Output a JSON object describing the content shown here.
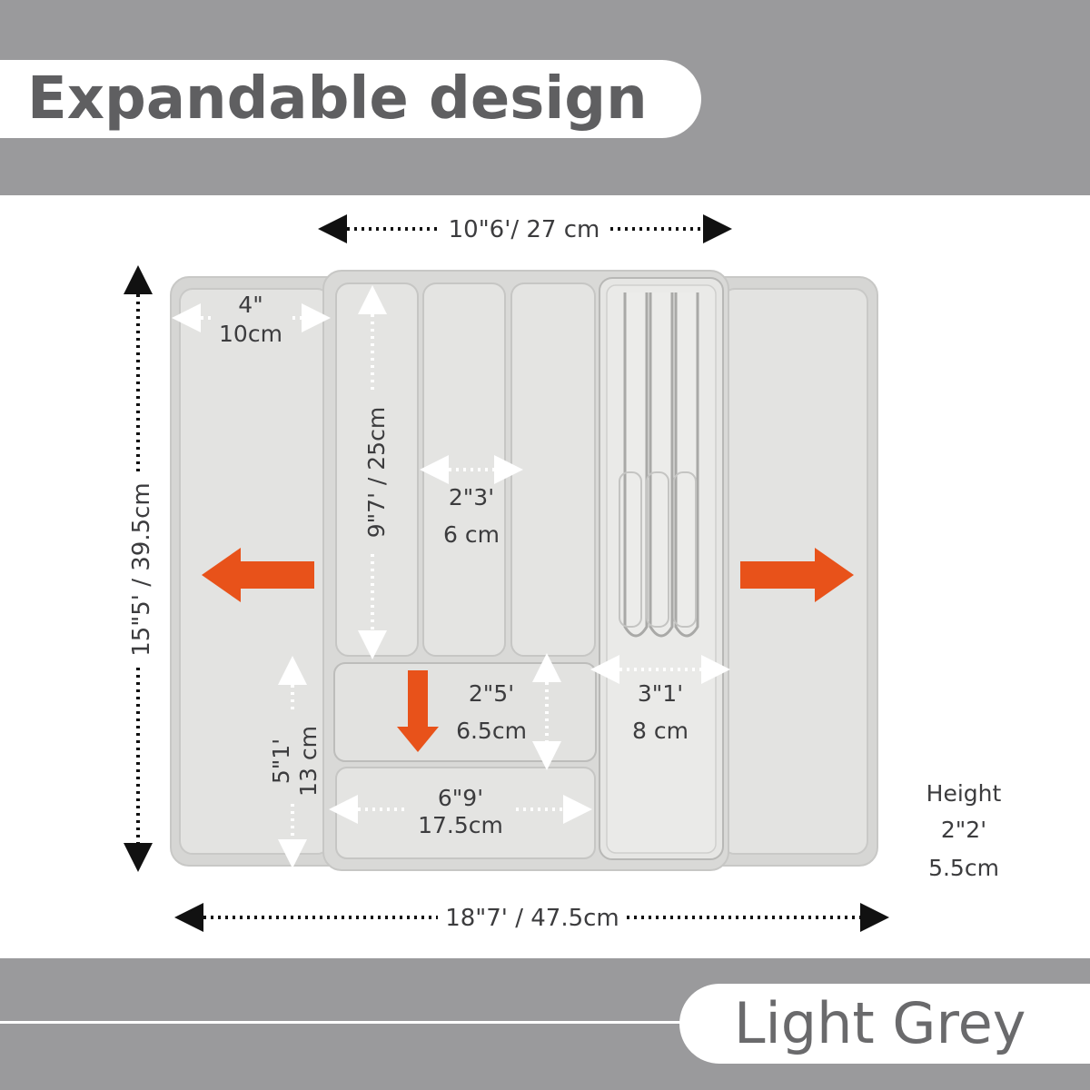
{
  "header": {
    "title": "Expandable design"
  },
  "footer": {
    "color_label": "Light Grey"
  },
  "colors": {
    "band": "#9a9a9c",
    "tray": "#d7d7d5",
    "tray_inner": "#e3e3e1",
    "accent_arrow": "#e8521a",
    "text": "#3c3c3e"
  },
  "dimensions": {
    "inner_width": "10\"6'/ 27 cm",
    "total_depth": "15\"5' / 39.5cm",
    "side_width_in": "4\"",
    "side_width_cm": "10cm",
    "long_comp_length": "9\"7' / 25cm",
    "comp_width_in": "2\"3'",
    "comp_width_cm": "6 cm",
    "small_comp_in": "2\"5'",
    "small_comp_cm": "6.5cm",
    "bottom_comp_in": "6\"9'",
    "bottom_comp_cm": "17.5cm",
    "side_lower_in": "5\"1'",
    "side_lower_cm": "13 cm",
    "knife_block_in": "3\"1'",
    "knife_block_cm": "8 cm",
    "height_label": "Height",
    "height_in": "2\"2'",
    "height_cm": "5.5cm",
    "total_width": "18\"7' / 47.5cm"
  },
  "icons": [
    "expand-left-arrow-icon",
    "expand-right-arrow-icon",
    "slide-down-arrow-icon"
  ]
}
